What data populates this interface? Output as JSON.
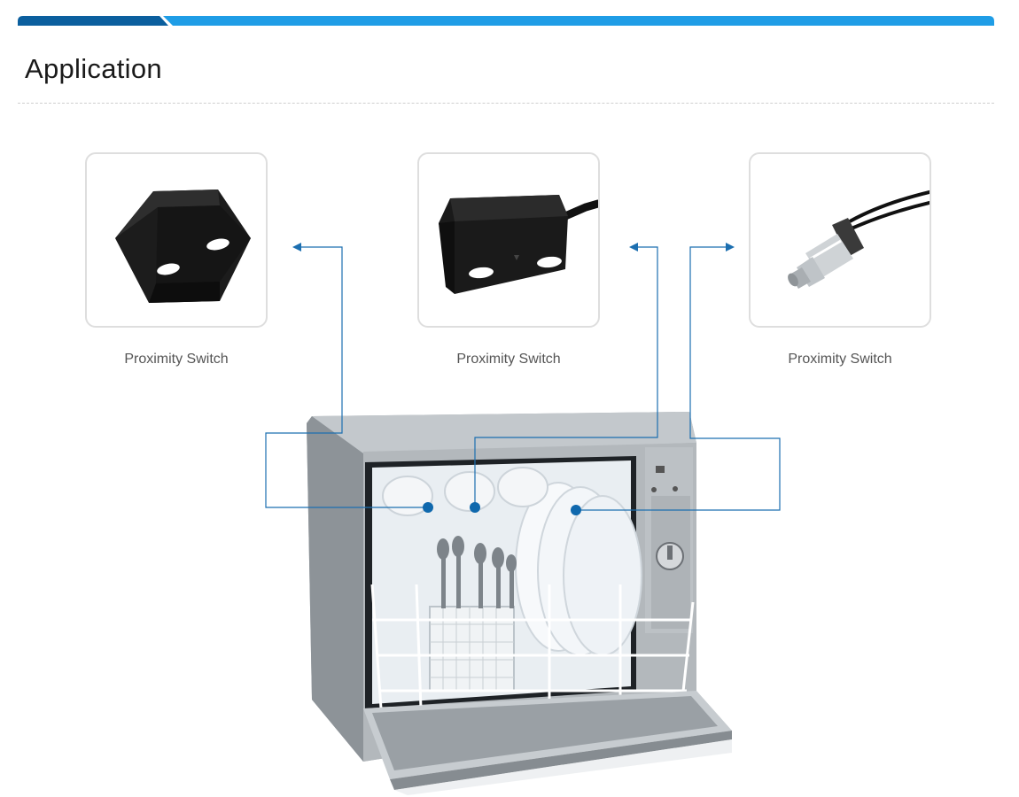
{
  "page": {
    "title": "Application"
  },
  "cards": [
    {
      "label": "Proximity Switch",
      "icon": "magnet-block-icon"
    },
    {
      "label": "Proximity Switch",
      "icon": "reed-switch-with-cable-icon"
    },
    {
      "label": "Proximity Switch",
      "icon": "cylindrical-sensor-icon"
    }
  ],
  "colors": {
    "accent": "#1f9de6",
    "accent_dark": "#0b5f9e",
    "connector": "#1c6fb0"
  },
  "image": {
    "subject": "dishwasher-icon"
  }
}
